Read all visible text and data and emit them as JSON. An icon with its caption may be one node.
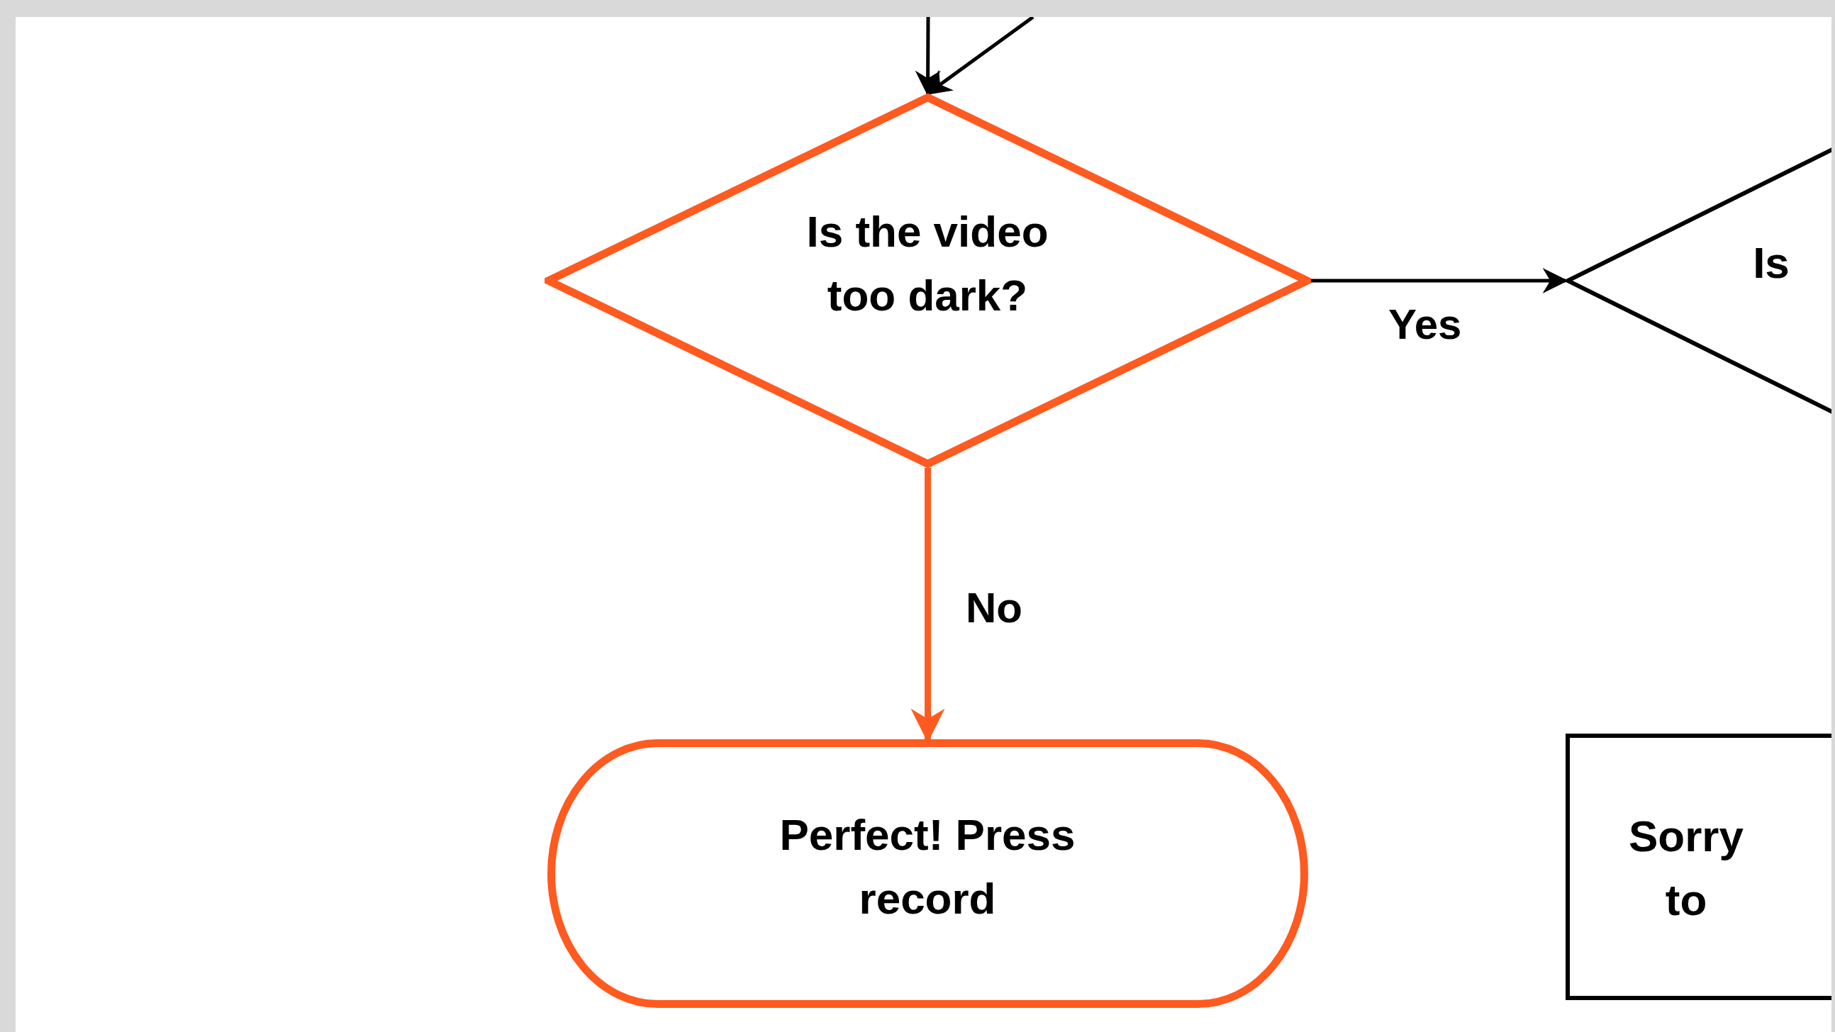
{
  "diagram": {
    "nodes": [
      {
        "text": [
          "Is the video too dark?"
        ]
      },
      {
        "text": [
          "Is"
        ]
      },
      {
        "text": [
          "Perfect! Press record"
        ]
      },
      {
        "text": [
          "Sorry to"
        ]
      }
    ],
    "edges": [
      {
        "from": null,
        "to": 0,
        "arrow": "to"
      },
      {
        "from": null,
        "to": 0,
        "arrow": "to"
      },
      {
        "from": 0,
        "to": 2,
        "arrow": "to",
        "label": "No",
        "style": "thick",
        "color": "#ff5a1f"
      },
      {
        "from": 0,
        "to": 1,
        "arrow": "to",
        "label": "Yes"
      }
    ]
  }
}
